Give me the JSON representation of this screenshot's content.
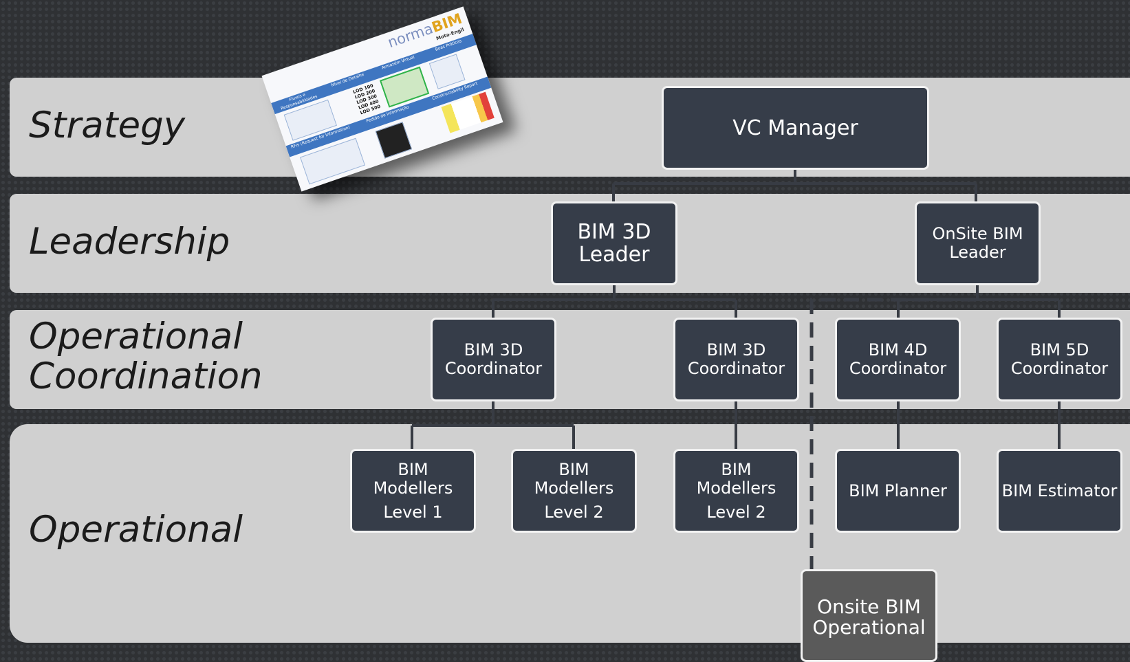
{
  "bands": {
    "strategy": "Strategy",
    "leadership": "Leadership",
    "op_coordination": "Operational\nCoordination",
    "operational": "Operational"
  },
  "nodes": {
    "vc_manager": "VC Manager",
    "bim3d_leader": "BIM 3D\nLeader",
    "onsite_leader": "OnSite BIM\nLeader",
    "coord_3d_a": "BIM 3D\nCoordinator",
    "coord_3d_b": "BIM 3D\nCoordinator",
    "coord_4d": "BIM 4D\nCoordinator",
    "coord_5d": "BIM 5D\nCoordinator",
    "modellers_1": {
      "line1": "BIM\nModellers",
      "line2": "Level 1"
    },
    "modellers_2a": {
      "line1": "BIM\nModellers",
      "line2": "Level 2"
    },
    "modellers_2b": {
      "line1": "BIM\nModellers",
      "line2": "Level 2"
    },
    "planner": "BIM Planner",
    "estimator": "BIM Estimator",
    "onsite_operational": "Onsite BIM\nOperational"
  },
  "thumbnail": {
    "logo_part1": "norma",
    "logo_part2": "BIM",
    "subtitle": "Mota-Engil",
    "row1": [
      "Fluxos e Responsabilidades",
      "Nível de Detalhe",
      "Armazém Virtual",
      "Boas Práticas"
    ],
    "lod_lines": [
      "LOD 100",
      "LOD 200",
      "LOD 300",
      "LOD 400",
      "LOD 500"
    ],
    "row2": [
      "RFIs (Request for Information)",
      "Pedido de Informação",
      "Constructability Report"
    ]
  },
  "colors": {
    "node_fill": "#363d49",
    "node_border": "#f2f2f2",
    "band_fill": "#d0d0d0",
    "background": "#2f3134",
    "onsite_operational_fill": "#5a5a5a",
    "connector": "#383c44"
  }
}
